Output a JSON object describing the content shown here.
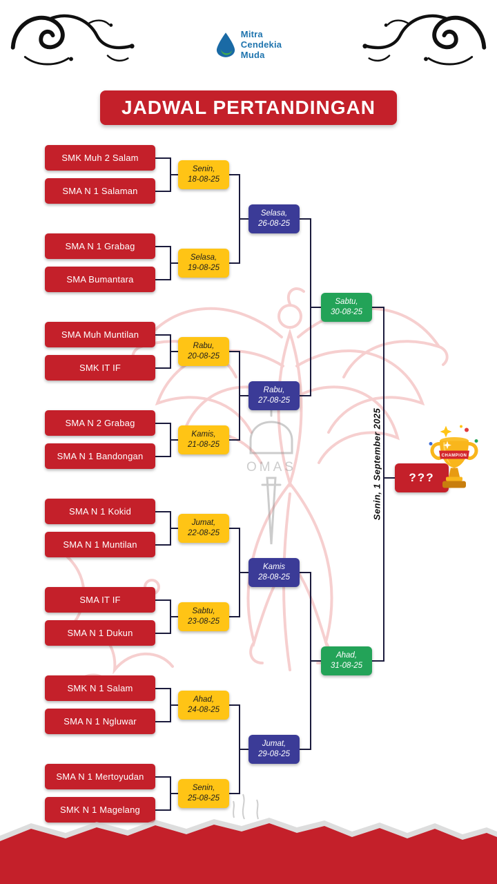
{
  "logo": {
    "line1": "Mitra",
    "line2": "Cendekia",
    "line3": "Muda"
  },
  "title": "JADWAL PERTANDINGAN",
  "bracket": {
    "round1": [
      {
        "team_a": "SMK Muh 2 Salam",
        "team_b": "SMA N 1 Salaman",
        "day": "Senin,",
        "date": "18-08-25"
      },
      {
        "team_a": "SMA N 1 Grabag",
        "team_b": "SMA Bumantara",
        "day": "Selasa,",
        "date": "19-08-25"
      },
      {
        "team_a": "SMA Muh Muntilan",
        "team_b": "SMK IT IF",
        "day": "Rabu,",
        "date": "20-08-25"
      },
      {
        "team_a": "SMA N 2 Grabag",
        "team_b": "SMA N 1 Bandongan",
        "day": "Kamis,",
        "date": "21-08-25"
      },
      {
        "team_a": "SMA N 1 Kokid",
        "team_b": "SMA N 1 Muntilan",
        "day": "Jumat,",
        "date": "22-08-25"
      },
      {
        "team_a": "SMA IT IF",
        "team_b": "SMA N 1 Dukun",
        "day": "Sabtu,",
        "date": "23-08-25"
      },
      {
        "team_a": "SMK N 1 Salam",
        "team_b": "SMA N 1 Ngluwar",
        "day": "Ahad,",
        "date": "24-08-25"
      },
      {
        "team_a": "SMA N 1 Mertoyudan",
        "team_b": "SMK N 1 Magelang",
        "day": "Senin,",
        "date": "25-08-25"
      }
    ],
    "round2": [
      {
        "day": "Selasa,",
        "date": "26-08-25"
      },
      {
        "day": "Rabu,",
        "date": "27-08-25"
      },
      {
        "day": "Kamis",
        "date": "28-08-25"
      },
      {
        "day": "Jumat,",
        "date": "29-08-25"
      }
    ],
    "round3": [
      {
        "day": "Sabtu,",
        "date": "30-08-25"
      },
      {
        "day": "Ahad,",
        "date": "31-08-25"
      }
    ],
    "final": {
      "placeholder": "???",
      "date": "Senin, 1 September 2025"
    }
  },
  "trophy": {
    "band_text": "CHAMPION"
  },
  "watermark": {
    "crest_text": "OMAS"
  },
  "colors": {
    "red": "#C4202A",
    "yellow": "#FFC415",
    "blue": "#3B3B97",
    "green": "#23A358",
    "line": "#1B1B3C",
    "logo-blue": "#1F74AE"
  }
}
